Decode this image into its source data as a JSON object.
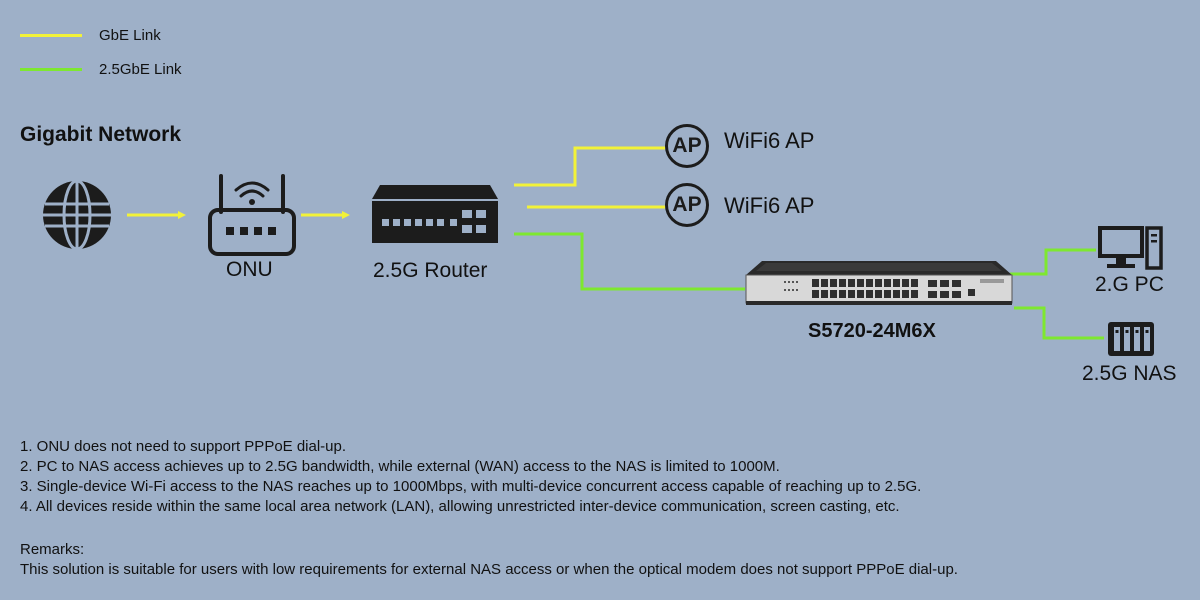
{
  "legend": {
    "gbe": {
      "label": "GbE Link",
      "color": "#f2f238"
    },
    "g25": {
      "label": "2.5GbE Link",
      "color": "#7ee830"
    }
  },
  "section_title": "Gigabit Network",
  "devices": {
    "onu": "ONU",
    "router": "2.5G Router",
    "ap1": "WiFi6 AP",
    "ap2": "WiFi6 AP",
    "ap_badge": "AP",
    "switch": "S5720-24M6X",
    "pc": "2.G PC",
    "nas": "2.5G NAS"
  },
  "notes": [
    "1. ONU does not need to support PPPoE dial-up.",
    "2. PC to NAS access achieves up to 2.5G bandwidth, while external (WAN) access to the NAS is limited to 1000M.",
    "3. Single-device Wi-Fi access to the NAS reaches up to 1000Mbps, with multi-device concurrent access capable of reaching up to 2.5G.",
    "4. All devices reside within the same local area network (LAN), allowing unrestricted inter-device communication, screen casting, etc."
  ],
  "remarks": {
    "title": "Remarks:",
    "text": "This solution is suitable for users with low requirements for external NAS access or when the optical modem does not support PPPoE dial-up."
  }
}
